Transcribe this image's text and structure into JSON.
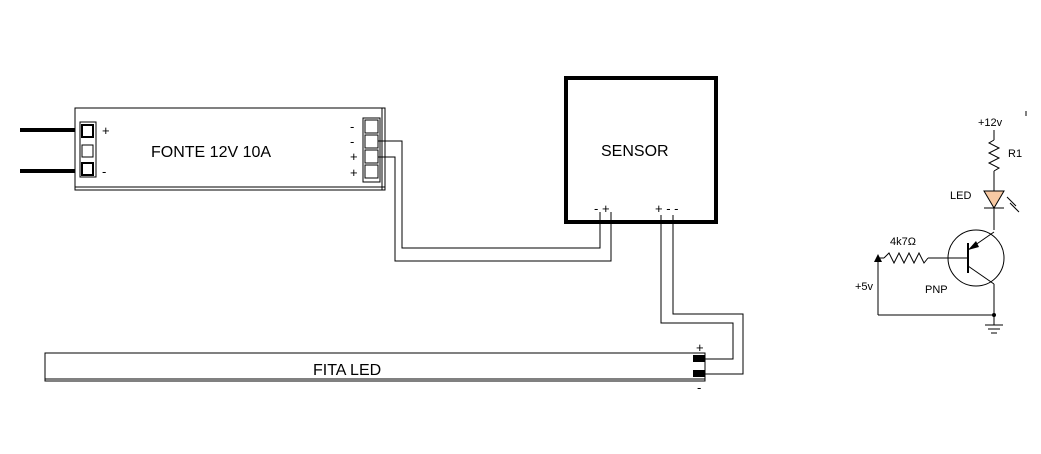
{
  "power_supply": {
    "label": "FONTE 12V 10A",
    "input_plus": "+",
    "input_minus": "-",
    "output_terminals": [
      "-",
      "-",
      "+",
      "+"
    ]
  },
  "sensor": {
    "label": "SENSOR",
    "left_pins": "- +",
    "right_pins": "+ - -"
  },
  "led_strip": {
    "label": "FITA LED",
    "plus": "+",
    "minus": "-"
  },
  "schematic": {
    "supply_label": "+12v",
    "resistor_label": "R1",
    "led_label": "LED",
    "base_resistor_label": "4k7Ω",
    "input_label": "+5v",
    "transistor_label": "PNP",
    "led_color": "#f7c9a3"
  }
}
